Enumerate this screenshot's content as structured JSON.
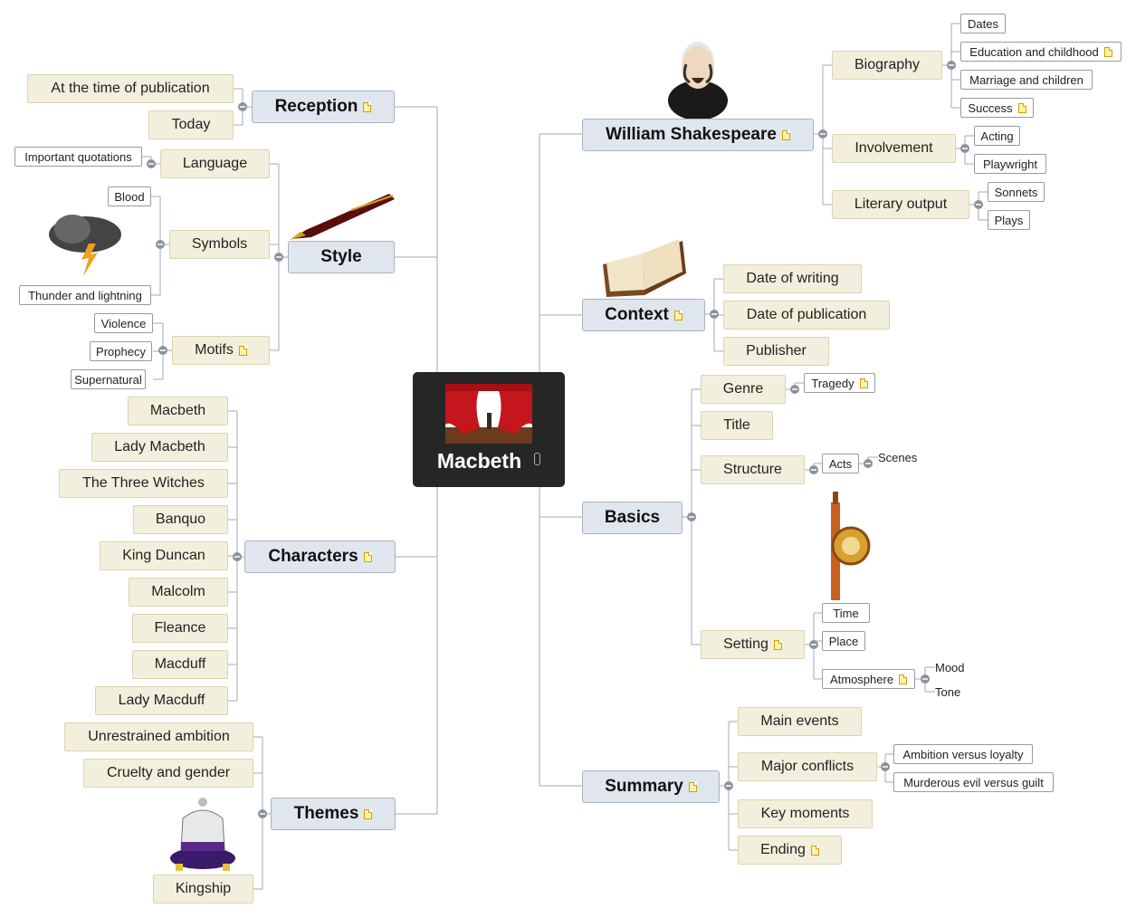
{
  "center": {
    "label": "Macbeth",
    "attachment_icon": "paperclip-icon"
  },
  "reception": {
    "label": "Reception",
    "children": [
      "At the time of publication",
      "Today"
    ]
  },
  "style": {
    "label": "Style",
    "language": {
      "label": "Language",
      "children": [
        "Important quotations"
      ]
    },
    "symbols": {
      "label": "Symbols",
      "children": [
        "Blood",
        "Thunder and lightning"
      ]
    },
    "motifs": {
      "label": "Motifs",
      "children": [
        "Violence",
        "Prophecy",
        "Supernatural"
      ]
    }
  },
  "characters": {
    "label": "Characters",
    "children": [
      "Macbeth",
      "Lady Macbeth",
      "The Three Witches",
      "Banquo",
      "King Duncan",
      "Malcolm",
      "Fleance",
      "Macduff",
      "Lady Macduff"
    ]
  },
  "themes": {
    "label": "Themes",
    "children": [
      "Unrestrained ambition",
      "Cruelty and gender",
      "Kingship"
    ]
  },
  "shakespeare": {
    "label": "William Shakespeare",
    "biography": {
      "label": "Biography",
      "children": [
        "Dates",
        "Education and childhood",
        "Marriage and children",
        "Success"
      ]
    },
    "involvement": {
      "label": "Involvement",
      "children": [
        "Acting",
        "Playwright"
      ]
    },
    "literary": {
      "label": "Literary output",
      "children": [
        "Sonnets",
        "Plays"
      ]
    }
  },
  "context": {
    "label": "Context",
    "children": [
      "Date of writing",
      "Date of publication",
      "Publisher"
    ]
  },
  "basics": {
    "label": "Basics",
    "genre": {
      "label": "Genre",
      "children": [
        "Tragedy"
      ]
    },
    "title": {
      "label": "Title"
    },
    "structure": {
      "label": "Structure",
      "acts": "Acts",
      "scenes": "Scenes"
    },
    "setting": {
      "label": "Setting",
      "children": [
        "Time",
        "Place"
      ],
      "atmosphere": "Atmosphere",
      "atmosphere_children": [
        "Mood",
        "Tone"
      ]
    }
  },
  "summary": {
    "label": "Summary",
    "children": [
      "Main events",
      "Major conflicts",
      "Key moments",
      "Ending"
    ],
    "conflicts": [
      "Ambition versus loyalty",
      "Murderous evil versus guilt"
    ]
  },
  "colors": {
    "main_topic": "#dfe6ee",
    "sub_topic": "#f2f0dc",
    "center": "#262626",
    "line": "#a0a8b4"
  }
}
